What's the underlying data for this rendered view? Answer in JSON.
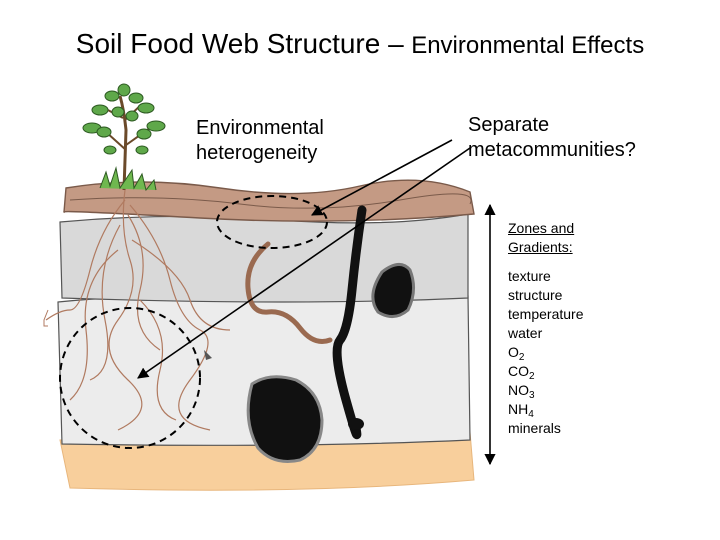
{
  "title": {
    "main": "Soil Food Web Structure –",
    "sub": "Environmental Effects"
  },
  "labels": {
    "heterogeneity": [
      "Environmental",
      "heterogeneity"
    ],
    "metacommunities": [
      "Separate",
      "metacommunities?"
    ]
  },
  "zones": {
    "heading": [
      "Zones and",
      "Gradients:"
    ],
    "items": [
      {
        "text": "texture",
        "sub": ""
      },
      {
        "text": "structure",
        "sub": ""
      },
      {
        "text": "temperature",
        "sub": ""
      },
      {
        "text": "water",
        "sub": ""
      },
      {
        "text": "O",
        "sub": "2"
      },
      {
        "text": "CO",
        "sub": "2"
      },
      {
        "text": "NO",
        "sub": "3"
      },
      {
        "text": "NH",
        "sub": "4"
      },
      {
        "text": "minerals",
        "sub": ""
      }
    ]
  },
  "colors": {
    "topsoil": "#c49a84",
    "grey_layer": "#d9d9d9",
    "light_layer": "#ececec",
    "sand_layer": "#f8cf9c",
    "roots": "#b07a60",
    "leaf": "#5fa84a",
    "trunk": "#6b4a2a",
    "dark": "#111111"
  }
}
